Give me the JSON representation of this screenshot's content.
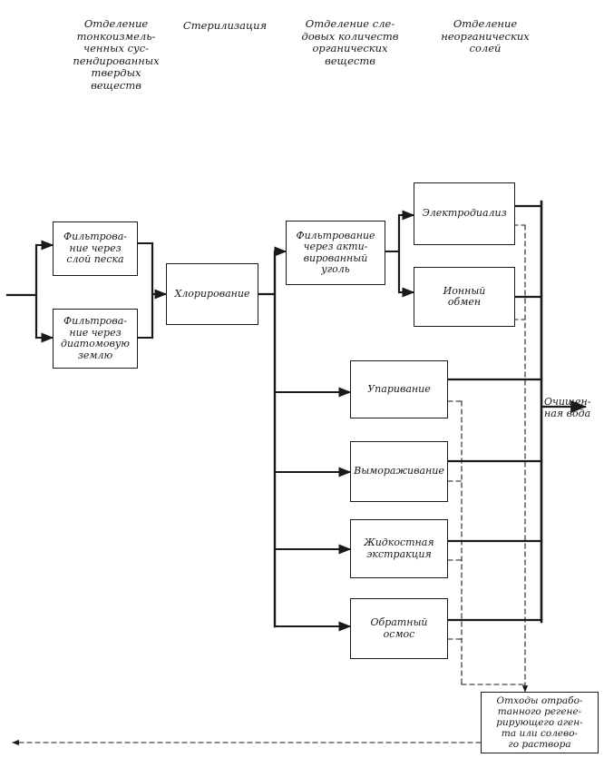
{
  "headers": {
    "fine_solids": "Отделение\nтонкоизмель-\nченных сус-\nпендированных\nтвердых\nвеществ",
    "sterilization": "Стерилизация",
    "trace_organics": "Отделение сле-\nдовых количеств\nорганических\nвеществ",
    "inorganic_salts": "Отделение\nнеорганических\nсолей"
  },
  "boxes": {
    "sand_filtration": "Фильтрова-\nние через\nслой песка",
    "diatom_filtration": "Фильтрова-\nние через\nдиатомовую\nземлю",
    "chlorination": "Хлорирование",
    "carbon_filtration": "Фильтрование\nчерез акти-\nвированный\nуголь",
    "electrodialysis": "Электродиализ",
    "ion_exchange": "Ионный\nобмен",
    "evaporation": "Упаривание",
    "freezing": "Вымораживание",
    "liquid_extraction": "Жидкостная\nэкстракция",
    "reverse_osmosis": "Обратный\nосмос",
    "waste": "Отходы отрабо-\nтанного регене-\nрирующего аген-\nта или солево-\nго раствора"
  },
  "output_label": "Очищен-\nная вода"
}
